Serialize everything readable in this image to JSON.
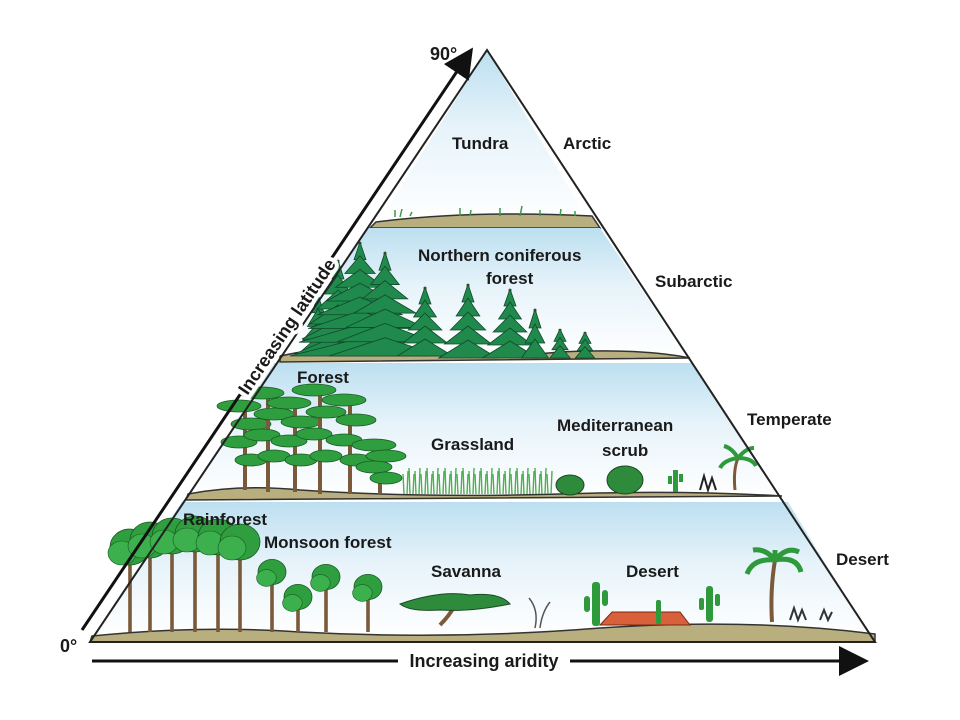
{
  "axes": {
    "latitude_top": "90°",
    "latitude_bottom": "0°",
    "latitude_label": "Increasing latitude",
    "aridity_label": "Increasing aridity"
  },
  "tiers": {
    "arctic": {
      "zone": "Arctic",
      "biomes": [
        "Tundra"
      ]
    },
    "subarctic": {
      "zone": "Subarctic",
      "biome_line1": "Northern coniferous",
      "biome_line2": "forest"
    },
    "temperate": {
      "zone": "Temperate",
      "forest": "Forest",
      "grassland": "Grassland",
      "scrub_line1": "Mediterranean",
      "scrub_line2": "scrub"
    },
    "tropical": {
      "zone": "Desert",
      "rainforest": "Rainforest",
      "monsoon": "Monsoon forest",
      "savanna": "Savanna",
      "desert": "Desert"
    }
  },
  "colors": {
    "sky_top": "#bcdff0",
    "sky_bottom": "#ffffff",
    "ground": "#b8ae7e",
    "conifer": "#1f8a4c",
    "broadleaf": "#2f9e3f",
    "trunk": "#7a5a3a",
    "grass": "#4caf50",
    "cactus": "#2e9a3c",
    "desert_rock": "#d8603a"
  }
}
